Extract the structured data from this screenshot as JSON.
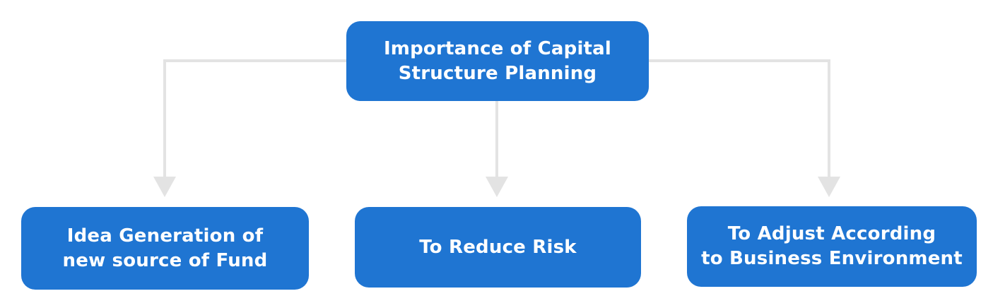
{
  "diagram": {
    "title": "Importance of Capital Structure Planning",
    "colors": {
      "node_fill": "#1f75d2",
      "node_text": "#ffffff",
      "connector": "#e3e3e3",
      "background": "#ffffff"
    },
    "root": {
      "lines": [
        "Importance of Capital",
        "Structure Planning"
      ]
    },
    "children": [
      {
        "lines": [
          "Idea Generation of",
          "new source of Fund"
        ]
      },
      {
        "lines": [
          "To Reduce Risk"
        ]
      },
      {
        "lines": [
          "To Adjust According",
          "to Business Environment"
        ]
      }
    ]
  }
}
